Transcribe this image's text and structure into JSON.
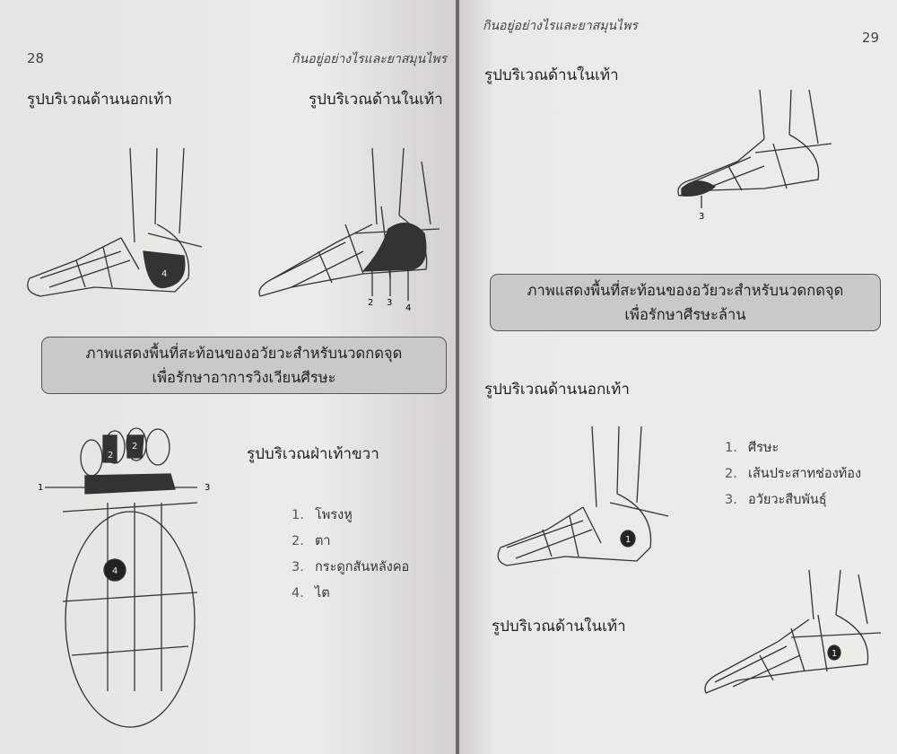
{
  "left_page": {
    "page_number": "28",
    "running_head": "กินอยู่อย่างไรและยาสมุนไพร",
    "figure_outer_label": "รูปบริเวณด้านนอกเท้า",
    "figure_inner_label": "รูปบริเวณด้านในเท้า",
    "outer_figure_marker": "4",
    "inner_figure_markers": [
      "2",
      "3",
      "4"
    ],
    "caption_box": [
      "ภาพแสดงพื้นที่สะท้อนของอวัยวะสำหรับนวดกดจุด",
      "เพื่อรักษาอาการวิงเวียนศีรษะ"
    ],
    "sole_label": "รูปบริเวณฝ่าเท้าขวา",
    "sole_markers": [
      "1",
      "3",
      "2",
      "2",
      "4"
    ],
    "list": [
      {
        "num": "1.",
        "text": "โพรงหู"
      },
      {
        "num": "2.",
        "text": "ตา"
      },
      {
        "num": "3.",
        "text": "กระดูกสันหลังคอ"
      },
      {
        "num": "4.",
        "text": "ไต"
      }
    ]
  },
  "right_page": {
    "page_number": "29",
    "running_head": "กินอยู่อย่างไรและยาสมุนไพร",
    "figure_inner_label_top": "รูปบริเวณด้านในเท้า",
    "top_figure_marker": "3",
    "caption_box": [
      "ภาพแสดงพื้นที่สะท้อนของอวัยวะสำหรับนวดกดจุด",
      "เพื่อรักษาศีรษะล้าน"
    ],
    "figure_outer_label": "รูปบริเวณด้านนอกเท้า",
    "outer_figure_marker": "1",
    "list": [
      {
        "num": "1.",
        "text": "ศีรษะ"
      },
      {
        "num": "2.",
        "text": "เส้นประสาทช่องท้อง"
      },
      {
        "num": "3.",
        "text": "อวัยวะสืบพันธุ์"
      }
    ],
    "figure_inner_label_bottom": "รูปบริเวณด้านในเท้า",
    "bottom_figure_marker": "1"
  }
}
